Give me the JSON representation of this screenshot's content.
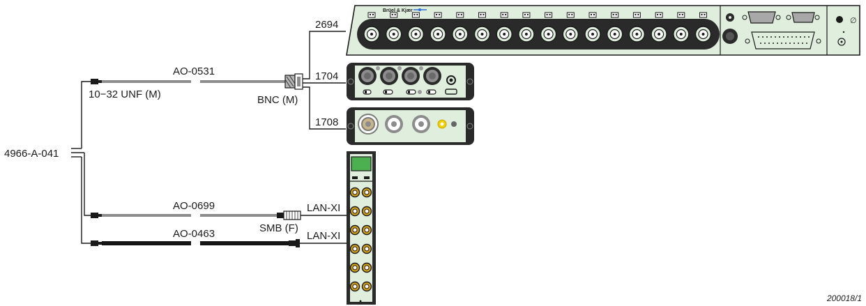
{
  "probe": {
    "label": "4966-A-041"
  },
  "cables": [
    {
      "part": "AO-0531",
      "end_label": "10−32 UNF (M)",
      "far_label": "BNC (M)"
    },
    {
      "part": "AO-0699",
      "far_label": "SMB (F)"
    },
    {
      "part": "AO-0463"
    }
  ],
  "modules": {
    "frontend_2694": "2694",
    "frontend_1704": "1704",
    "frontend_1708": "1708",
    "lan_xi_a": "LAN-XI",
    "lan_xi_b": "LAN-XI"
  },
  "panel_2694": {
    "brand": "Brüel & Kjær"
  },
  "figure_ref": "200018/1",
  "colors": {
    "panel_fill": "#dfeedd",
    "panel_dark": "#2a2a2a",
    "module_green": "#4caf50",
    "smb_gold": "#d4a017",
    "cable_grey": "#7a7a7a",
    "cable_black": "#151515",
    "brand_blue": "#2a6fd6"
  }
}
